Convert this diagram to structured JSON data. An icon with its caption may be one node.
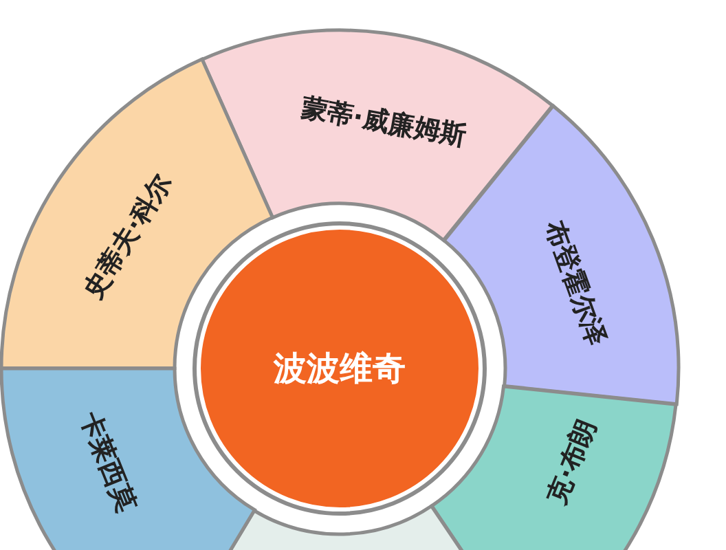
{
  "diagram": {
    "nodes": [
      {
        "text": [
          "波波维奇"
        ]
      },
      {
        "text": [
          "蒙蒂·威廉姆斯"
        ]
      },
      {
        "text": [
          "布登霍尔泽"
        ]
      },
      {
        "text": [
          "克·布朗"
        ]
      },
      {
        "text": [],
        "shape": "box"
      },
      {
        "text": [
          "卡莱西莫"
        ]
      },
      {
        "text": [
          "史蒂夫·科尔"
        ]
      }
    ]
  }
}
